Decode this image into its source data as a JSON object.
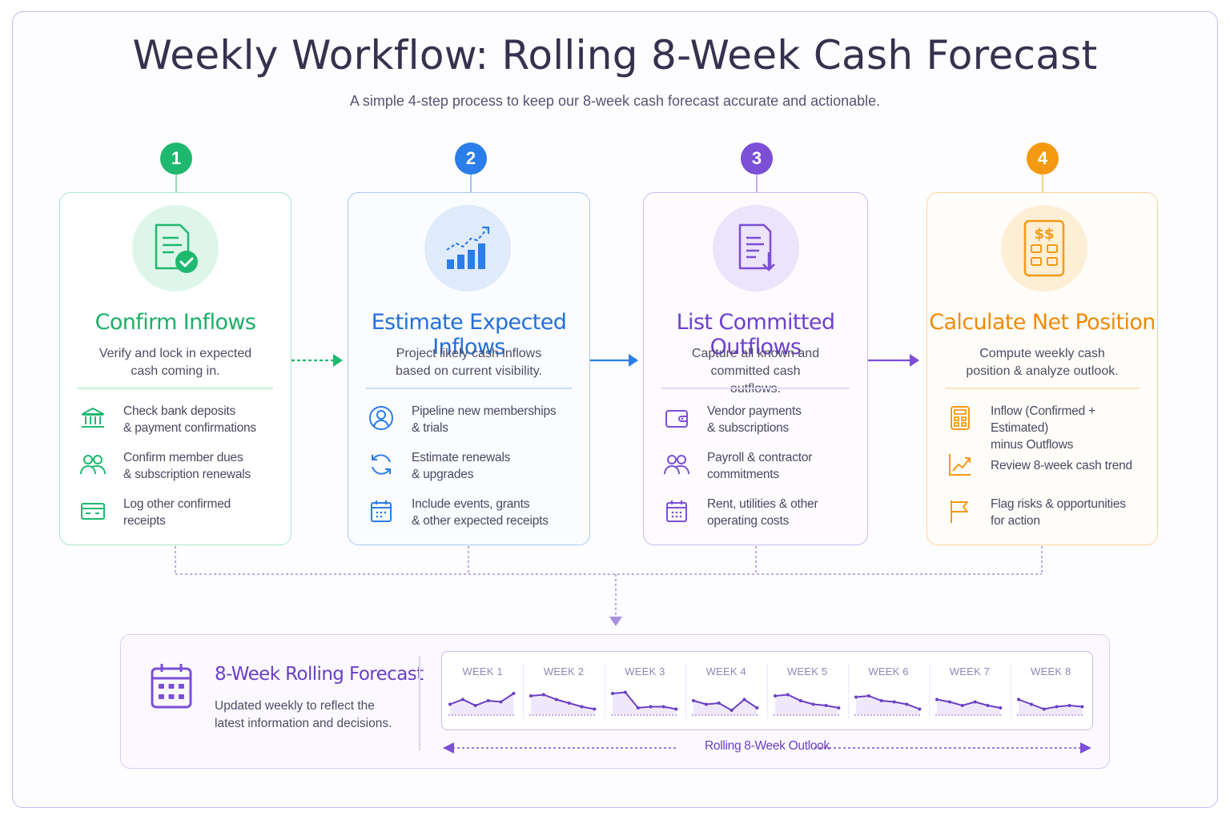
{
  "header": {
    "title": "Weekly Workflow: Rolling 8-Week Cash Forecast",
    "subtitle": "A simple 4-step process to keep our 8-week cash forecast accurate and actionable."
  },
  "colors": {
    "step1": "#1fb86f",
    "step2": "#2b7de9",
    "step3": "#7b4fd6",
    "step4": "#f39a12"
  },
  "steps": [
    {
      "number": "1",
      "icon": "document-check-icon",
      "title": "Confirm Inflows",
      "description": "Verify and lock in expected cash coming in.",
      "items": [
        {
          "icon": "bank-icon",
          "line1": "Check bank deposits",
          "line2": "& payment confirmations"
        },
        {
          "icon": "people-icon",
          "line1": "Confirm member dues",
          "line2": "& subscription renewals"
        },
        {
          "icon": "card-icon",
          "line1": "Log other confirmed",
          "line2": "receipts"
        }
      ]
    },
    {
      "number": "2",
      "icon": "bar-trend-icon",
      "title": "Estimate Expected Inflows",
      "description": "Project likely cash inflows based on current visibility.",
      "items": [
        {
          "icon": "user-circle-icon",
          "line1": "Pipeline new memberships",
          "line2": "& trials"
        },
        {
          "icon": "refresh-icon",
          "line1": "Estimate renewals",
          "line2": "& upgrades"
        },
        {
          "icon": "calendar-icon",
          "line1": "Include events, grants",
          "line2": "& other expected receipts"
        }
      ]
    },
    {
      "number": "3",
      "icon": "document-down-icon",
      "title": "List Committed Outflows",
      "description": "Capture all known and committed cash outflows.",
      "items": [
        {
          "icon": "wallet-icon",
          "line1": "Vendor payments",
          "line2": "& subscriptions"
        },
        {
          "icon": "people-icon",
          "line1": "Payroll & contractor",
          "line2": "commitments"
        },
        {
          "icon": "calendar-icon",
          "line1": "Rent, utilities & other",
          "line2": "operating costs"
        }
      ]
    },
    {
      "number": "4",
      "icon": "calculator-icon",
      "title": "Calculate Net Position",
      "description": "Compute weekly cash position & analyze outlook.",
      "items": [
        {
          "icon": "calculator-small-icon",
          "line1": "Inflow (Confirmed + Estimated)",
          "line2": "minus Outflows"
        },
        {
          "icon": "trend-up-icon",
          "line1": "Review 8-week cash trend",
          "line2": ""
        },
        {
          "icon": "flag-icon",
          "line1": "Flag risks & opportunities",
          "line2": "for action"
        }
      ]
    }
  ],
  "forecast": {
    "icon": "calendar-grid-icon",
    "title": "8-Week Rolling Forecast",
    "description_line1": "Updated weekly to reflect the",
    "description_line2": "latest information and decisions.",
    "weeks": [
      {
        "label": "WEEK 1",
        "trend": [
          0.35,
          0.55,
          0.3,
          0.5,
          0.45,
          0.8
        ]
      },
      {
        "label": "WEEK 2",
        "trend": [
          0.7,
          0.75,
          0.55,
          0.4,
          0.25,
          0.15
        ]
      },
      {
        "label": "WEEK 3",
        "trend": [
          0.8,
          0.85,
          0.2,
          0.25,
          0.25,
          0.15
        ]
      },
      {
        "label": "WEEK 4",
        "trend": [
          0.5,
          0.35,
          0.4,
          0.1,
          0.55,
          0.2
        ]
      },
      {
        "label": "WEEK 5",
        "trend": [
          0.7,
          0.75,
          0.5,
          0.35,
          0.3,
          0.2
        ]
      },
      {
        "label": "WEEK 6",
        "trend": [
          0.65,
          0.7,
          0.5,
          0.45,
          0.35,
          0.15
        ]
      },
      {
        "label": "WEEK 7",
        "trend": [
          0.55,
          0.45,
          0.3,
          0.45,
          0.3,
          0.2
        ]
      },
      {
        "label": "WEEK 8",
        "trend": [
          0.55,
          0.35,
          0.15,
          0.25,
          0.3,
          0.25
        ]
      }
    ],
    "outlook_label": "Rolling 8-Week Outlook"
  }
}
